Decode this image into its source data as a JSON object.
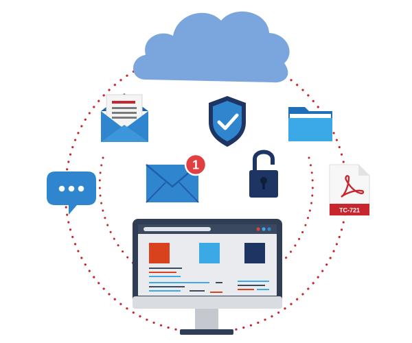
{
  "illustration": {
    "elements": [
      "cloud-icon",
      "shield-check-icon",
      "open-envelope-letter-icon",
      "folder-icon",
      "email-envelope-icon",
      "padlock-icon",
      "chat-bubble-icon",
      "pdf-file-icon",
      "desktop-monitor"
    ],
    "colors": {
      "cloud": "#7aa6dd",
      "blue": "#2f86cf",
      "light_blue": "#3aa9e6",
      "navy": "#1e3563",
      "red_dots": "#c8262f",
      "badge_red": "#e0403f",
      "orange_red": "#d8421c",
      "monitor_frame": "#2f3d55",
      "screen_bg": "#e9ebee"
    }
  },
  "email_badge": {
    "count": "1"
  },
  "pdf_file": {
    "code": "TC-721"
  }
}
